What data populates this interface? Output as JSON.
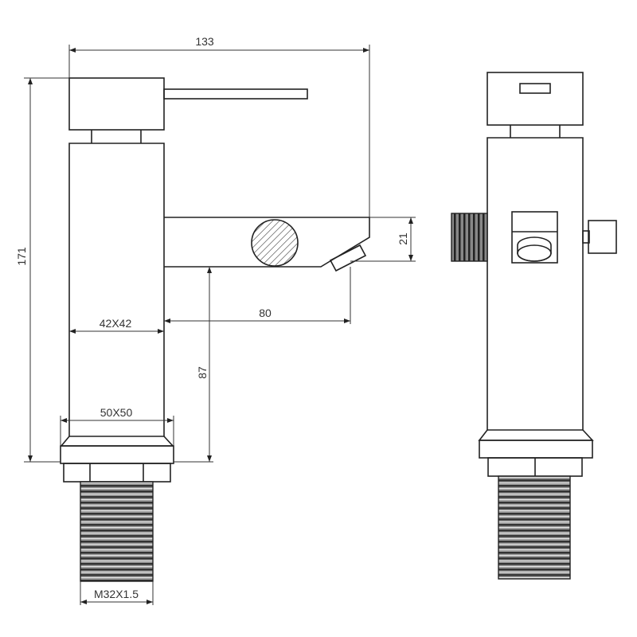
{
  "drawing": {
    "views": [
      "side-view",
      "front-view"
    ],
    "dimensions": {
      "overall_width": "133",
      "overall_height": "171",
      "spout_height": "21",
      "spout_reach": "80",
      "spout_clearance": "87",
      "body_section": "42X42",
      "base_section": "50X50",
      "thread": "M32X1.5"
    }
  }
}
